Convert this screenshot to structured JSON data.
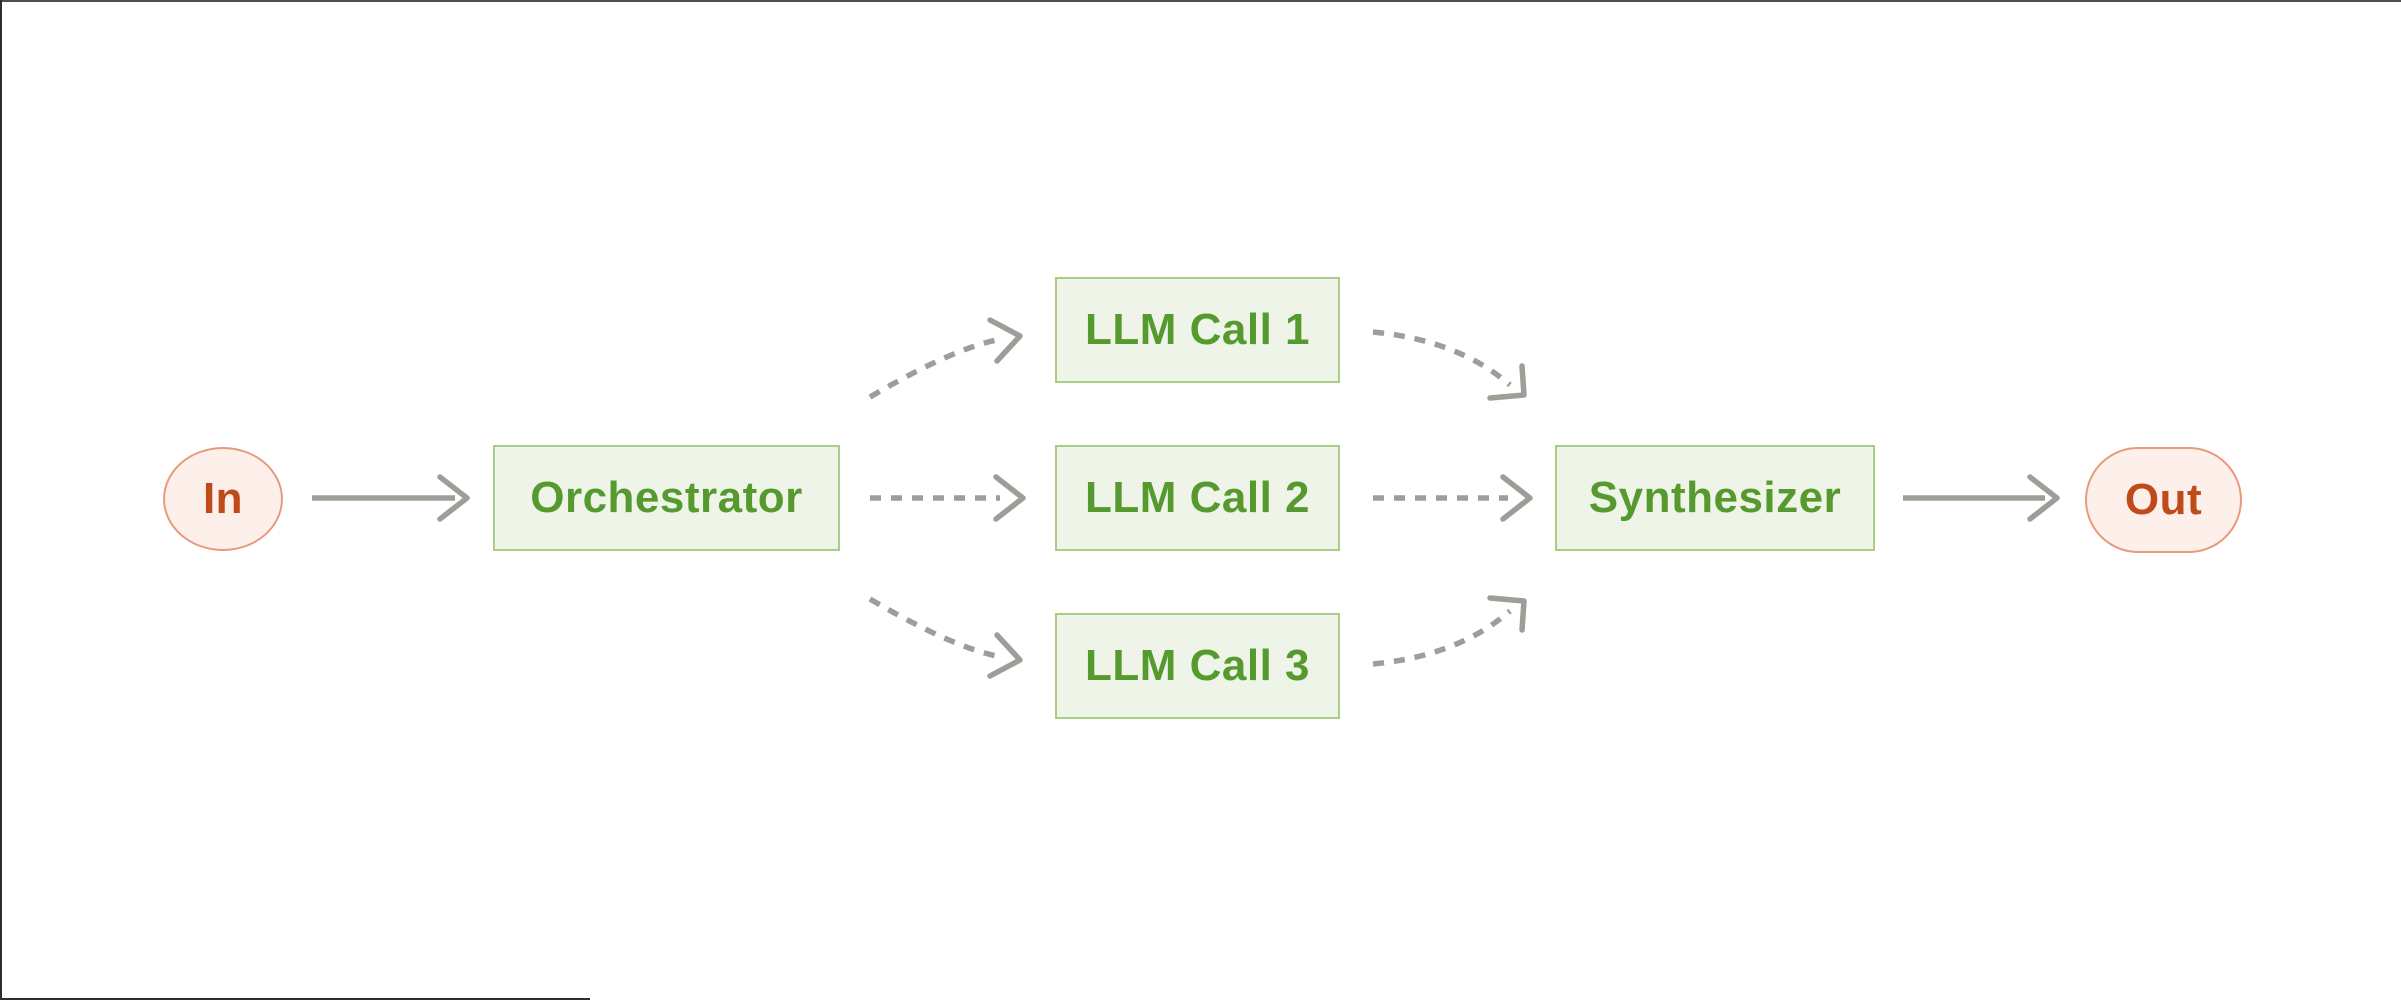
{
  "diagram": {
    "nodes": {
      "in": {
        "label": "In",
        "kind": "terminal"
      },
      "orchestrator": {
        "label": "Orchestrator",
        "kind": "process"
      },
      "llm_call_1": {
        "label": "LLM Call 1",
        "kind": "process"
      },
      "llm_call_2": {
        "label": "LLM Call 2",
        "kind": "process"
      },
      "llm_call_3": {
        "label": "LLM Call 3",
        "kind": "process"
      },
      "synthesizer": {
        "label": "Synthesizer",
        "kind": "process"
      },
      "out": {
        "label": "Out",
        "kind": "terminal"
      }
    },
    "edges": [
      {
        "from": "in",
        "to": "orchestrator",
        "style": "solid"
      },
      {
        "from": "orchestrator",
        "to": "llm_call_1",
        "style": "dashed"
      },
      {
        "from": "orchestrator",
        "to": "llm_call_2",
        "style": "dashed"
      },
      {
        "from": "orchestrator",
        "to": "llm_call_3",
        "style": "dashed"
      },
      {
        "from": "llm_call_1",
        "to": "synthesizer",
        "style": "dashed"
      },
      {
        "from": "llm_call_2",
        "to": "synthesizer",
        "style": "dashed"
      },
      {
        "from": "llm_call_3",
        "to": "synthesizer",
        "style": "dashed"
      },
      {
        "from": "synthesizer",
        "to": "out",
        "style": "solid"
      }
    ],
    "colors": {
      "background": "#ffffff",
      "node_green_fill": "#eef5e8",
      "node_green_border": "#a9cd84",
      "node_green_text": "#569a2f",
      "node_pink_fill": "#fdf0ea",
      "node_pink_border": "#e79b7c",
      "node_pink_text": "#c04a1a",
      "arrow": "#9e9e98",
      "frame_line": "#2e2e2e"
    }
  }
}
